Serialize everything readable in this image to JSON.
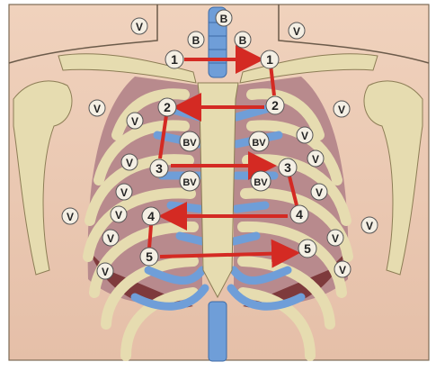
{
  "markers": {
    "b1": "B",
    "b2": "B",
    "b3": "B",
    "v1": "V",
    "v2": "V",
    "v3": "V",
    "v4": "V",
    "v5": "V",
    "v6": "V",
    "v7": "V",
    "v8": "V",
    "v9": "V",
    "v10": "V",
    "v11": "V",
    "v12": "V",
    "v13": "V",
    "v14": "V",
    "v15": "V",
    "v16": "V",
    "v17": "V",
    "bv1": "BV",
    "bv2": "BV",
    "bv3": "BV",
    "bv4": "BV"
  },
  "points": {
    "l1": "1",
    "r1": "1",
    "l2": "2",
    "r2": "2",
    "l3": "3",
    "r3": "3",
    "l4": "4",
    "r4": "4",
    "l5": "5",
    "r5": "5"
  },
  "colors": {
    "background": "#e9c6b2",
    "bone": "#e6dcb0",
    "bone_shadow": "#b7a978",
    "lung": "#b88a8d",
    "lung_dark": "#7e3a3c",
    "vessel": "#6f9ed8",
    "arrow": "#d42a23",
    "badge": "#f4efe4"
  }
}
